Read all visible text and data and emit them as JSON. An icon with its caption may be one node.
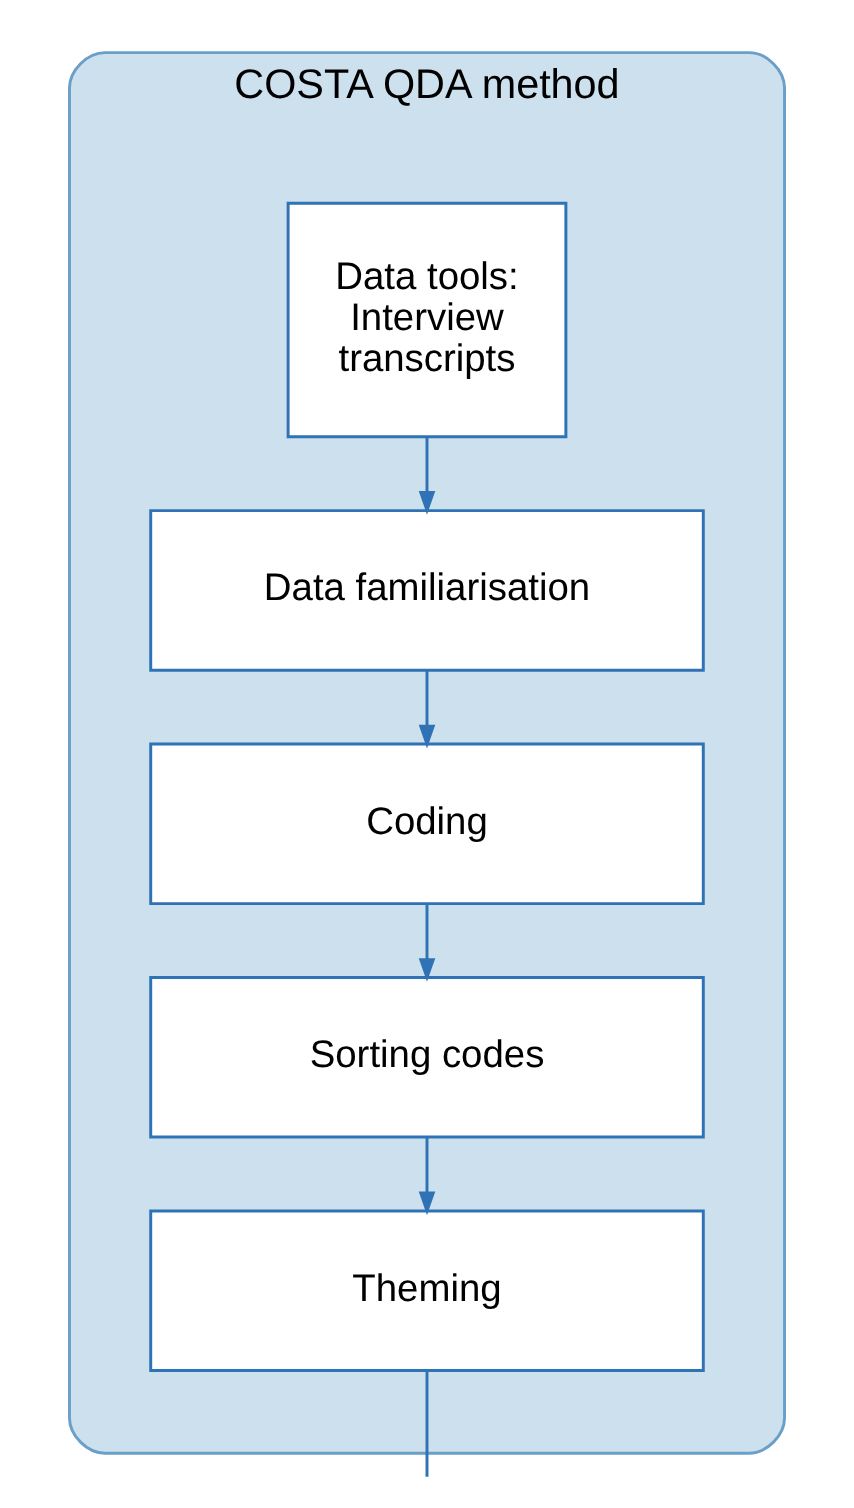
{
  "diagram": {
    "nodes": [
      {
        "text": [
          "COSTA QDA method"
        ]
      },
      {
        "text": [
          "Data tools: Interview transcripts"
        ],
        "in": 0
      },
      {
        "text": [
          "Data familiarisation"
        ],
        "in": 0
      },
      {
        "text": [
          "Coding"
        ],
        "in": 0
      },
      {
        "text": [
          "Sorting codes"
        ],
        "in": 0
      },
      {
        "text": [
          "Theming"
        ],
        "in": 0
      }
    ],
    "edges": [
      {
        "from": 1,
        "to": 2,
        "arrow": "to"
      },
      {
        "from": 2,
        "to": 3,
        "arrow": "to"
      },
      {
        "from": 3,
        "to": 4,
        "arrow": "to"
      },
      {
        "from": 4,
        "to": 5,
        "arrow": "to"
      },
      {
        "from": 5,
        "to": null,
        "arrow": "none"
      }
    ]
  }
}
